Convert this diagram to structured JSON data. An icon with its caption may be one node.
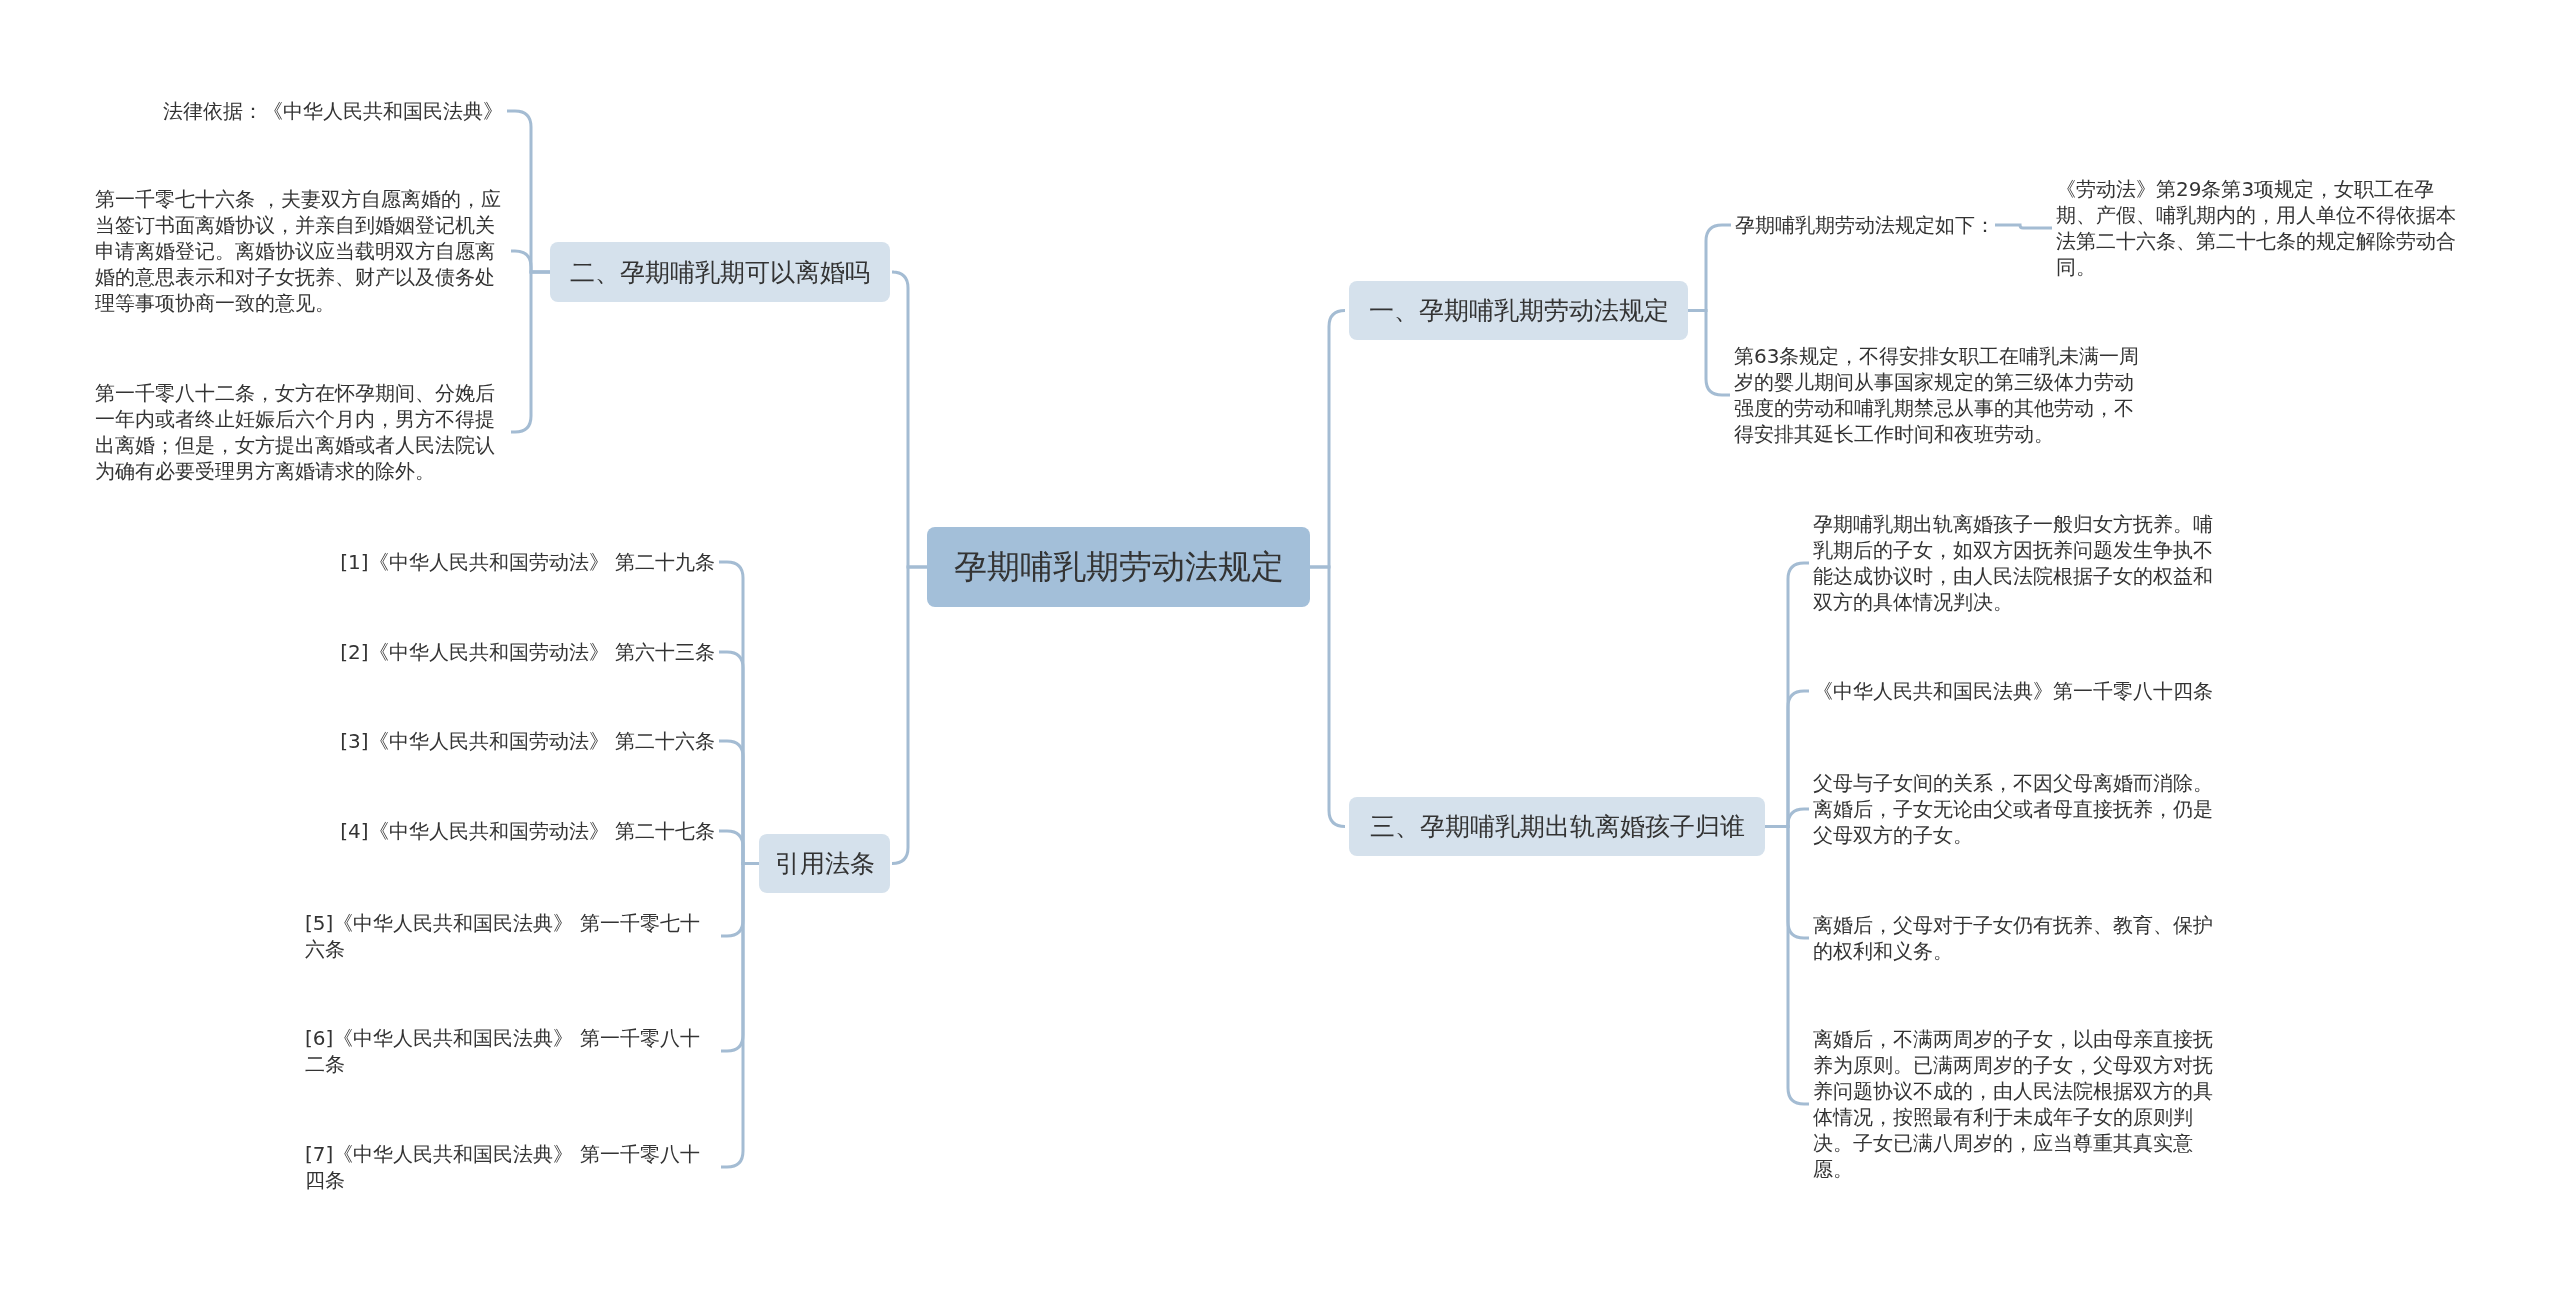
{
  "diagram": {
    "nodes": [
      {
        "text": [
          "孕期哺乳期劳动法规定"
        ]
      },
      {
        "text": [
          "一、孕期哺乳期劳动法规定"
        ]
      },
      {
        "text": [
          "孕期哺乳期劳动法规定如下："
        ]
      },
      {
        "text": [
          "《劳动法》第29条第3项规定，女职工在孕期、产假、哺乳期内的，用人单位不得依据本法第二十六条、第二十七条的规定解除劳动合同。"
        ]
      },
      {
        "text": [
          "第63条规定，不得安排女职工在哺乳未满一周岁的婴儿期间从事国家规定的第三级体力劳动强度的劳动和哺乳期禁忌从事的其他劳动，不得安排其延长工作时间和夜班劳动。"
        ]
      },
      {
        "text": [
          "三、孕期哺乳期出轨离婚孩子归谁"
        ]
      },
      {
        "text": [
          "孕期哺乳期出轨离婚孩子一般归女方抚养。哺乳期后的子女，如双方因抚养问题发生争执不能达成协议时，由人民法院根据子女的权益和双方的具体情况判决。"
        ]
      },
      {
        "text": [
          "《中华人民共和国民法典》第一千零八十四条"
        ]
      },
      {
        "text": [
          "父母与子女间的关系，不因父母离婚而消除。离婚后，子女无论由父或者母直接抚养，仍是父母双方的子女。"
        ]
      },
      {
        "text": [
          "离婚后，父母对于子女仍有抚养、教育、保护的权利和义务。"
        ]
      },
      {
        "text": [
          "离婚后，不满两周岁的子女，以由母亲直接抚养为原则。已满两周岁的子女，父母双方对抚养问题协议不成的，由人民法院根据双方的具体情况，按照最有利于未成年子女的原则判决。子女已满八周岁的，应当尊重其真实意愿。"
        ]
      },
      {
        "text": [
          "二、孕期哺乳期可以离婚吗"
        ]
      },
      {
        "text": [
          "法律依据：《中华人民共和国民法典》"
        ]
      },
      {
        "text": [
          "第一千零七十六条 ，夫妻双方自愿离婚的，应当签订书面离婚协议，并亲自到婚姻登记机关申请离婚登记。离婚协议应当载明双方自愿离婚的意思表示和对子女抚养、财产以及债务处理等事项协商一致的意见。"
        ]
      },
      {
        "text": [
          "第一千零八十二条，女方在怀孕期间、分娩后一年内或者终止妊娠后六个月内，男方不得提出离婚；但是，女方提出离婚或者人民法院认为确有必要受理男方离婚请求的除外。"
        ]
      },
      {
        "text": [
          "引用法条"
        ]
      },
      {
        "text": [
          "[1]《中华人民共和国劳动法》 第二十九条"
        ]
      },
      {
        "text": [
          "[2]《中华人民共和国劳动法》 第六十三条"
        ]
      },
      {
        "text": [
          "[3]《中华人民共和国劳动法》 第二十六条"
        ]
      },
      {
        "text": [
          "[4]《中华人民共和国劳动法》 第二十七条"
        ]
      },
      {
        "text": [
          "[5]《中华人民共和国民法典》 第一千零七十六条"
        ]
      },
      {
        "text": [
          "[6]《中华人民共和国民法典》 第一千零八十二条"
        ]
      },
      {
        "text": [
          "[7]《中华人民共和国民法典》 第一千零八十四条"
        ]
      }
    ],
    "edges": [
      {
        "from": 0,
        "to": 1,
        "arrow": "none"
      },
      {
        "from": 0,
        "to": 5,
        "arrow": "none"
      },
      {
        "from": 0,
        "to": 11,
        "arrow": "none"
      },
      {
        "from": 0,
        "to": 15,
        "arrow": "none"
      },
      {
        "from": 1,
        "to": 2,
        "arrow": "none"
      },
      {
        "from": 1,
        "to": 4,
        "arrow": "none"
      },
      {
        "from": 2,
        "to": 3,
        "arrow": "none"
      },
      {
        "from": 5,
        "to": 6,
        "arrow": "none"
      },
      {
        "from": 5,
        "to": 7,
        "arrow": "none"
      },
      {
        "from": 5,
        "to": 8,
        "arrow": "none"
      },
      {
        "from": 5,
        "to": 9,
        "arrow": "none"
      },
      {
        "from": 5,
        "to": 10,
        "arrow": "none"
      },
      {
        "from": 11,
        "to": 12,
        "arrow": "none"
      },
      {
        "from": 11,
        "to": 13,
        "arrow": "none"
      },
      {
        "from": 11,
        "to": 14,
        "arrow": "none"
      },
      {
        "from": 15,
        "to": 16,
        "arrow": "none"
      },
      {
        "from": 15,
        "to": 17,
        "arrow": "none"
      },
      {
        "from": 15,
        "to": 18,
        "arrow": "none"
      },
      {
        "from": 15,
        "to": 19,
        "arrow": "none"
      },
      {
        "from": 15,
        "to": 20,
        "arrow": "none"
      },
      {
        "from": 15,
        "to": 21,
        "arrow": "none"
      },
      {
        "from": 15,
        "to": 22,
        "arrow": "none"
      }
    ]
  }
}
